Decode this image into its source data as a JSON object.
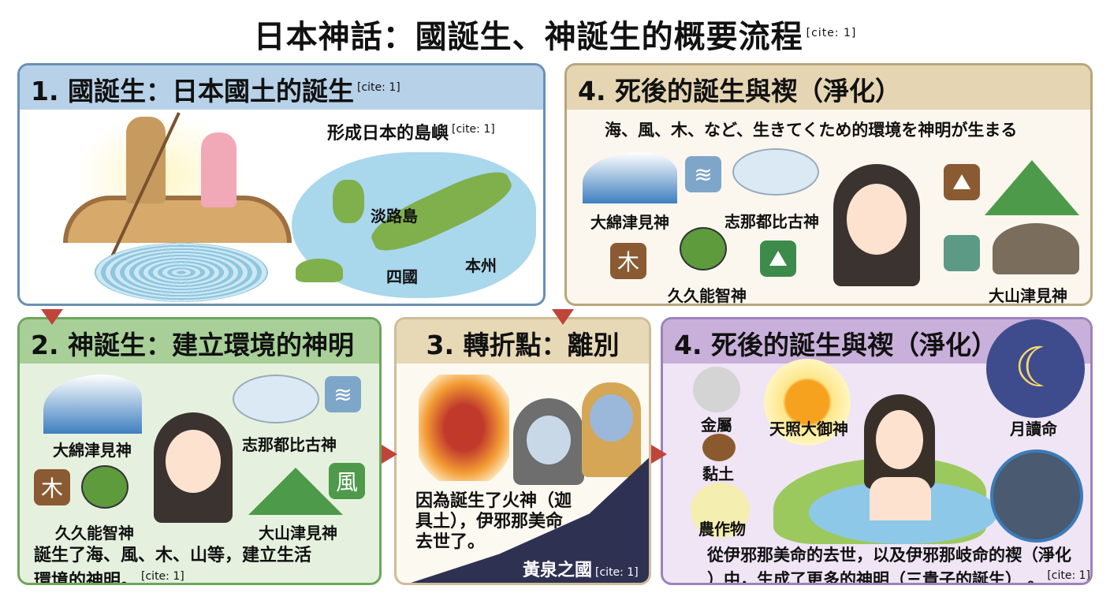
{
  "title": "日本神話：國誕生、神誕生的概要流程",
  "cite": "[cite: 1]",
  "panel1": {
    "header": "1. 國誕生：日本國土的誕生",
    "subtitle": "形成日本的島嶼",
    "islands": [
      "淡路島",
      "四國",
      "本州"
    ]
  },
  "panel4a": {
    "header": "4. 死後的誕生與禊（淨化）",
    "subtitle": "海、風、木、など、生きてくため的環境を神明が生まる",
    "gods": [
      "大綿津見神",
      "志那都比古神",
      "久久能智神",
      "大山津見神"
    ],
    "tile_wood": "木"
  },
  "panel2": {
    "header": "2. 神誕生：建立環境的神明",
    "gods": [
      "大綿津見神",
      "志那都比古神",
      "久久能智神",
      "大山津見神"
    ],
    "tile_wood": "木",
    "tile_wind": "風",
    "text_line1": "誕生了海、風、木、山等，建立生活",
    "text_line2": "環境的神明。"
  },
  "panel3": {
    "header": "3. 轉折點：離別",
    "text_line1": "因為誕生了火神（迦",
    "text_line2": "具土），伊邪那美命",
    "text_line3": "去世了。",
    "underworld": "黃泉之國"
  },
  "panel4b": {
    "header": "4. 死後的誕生與禊（淨化）",
    "items": [
      "金屬",
      "黏土",
      "農作物"
    ],
    "sun": "天照大御神",
    "moon": "月讀命",
    "text_line1": "從伊邪那美命的去世，以及伊邪那岐命的禊（淨化",
    "text_line2": "）中，生成了更多的神明（三貴子的誕生）",
    "text_end": "。"
  }
}
